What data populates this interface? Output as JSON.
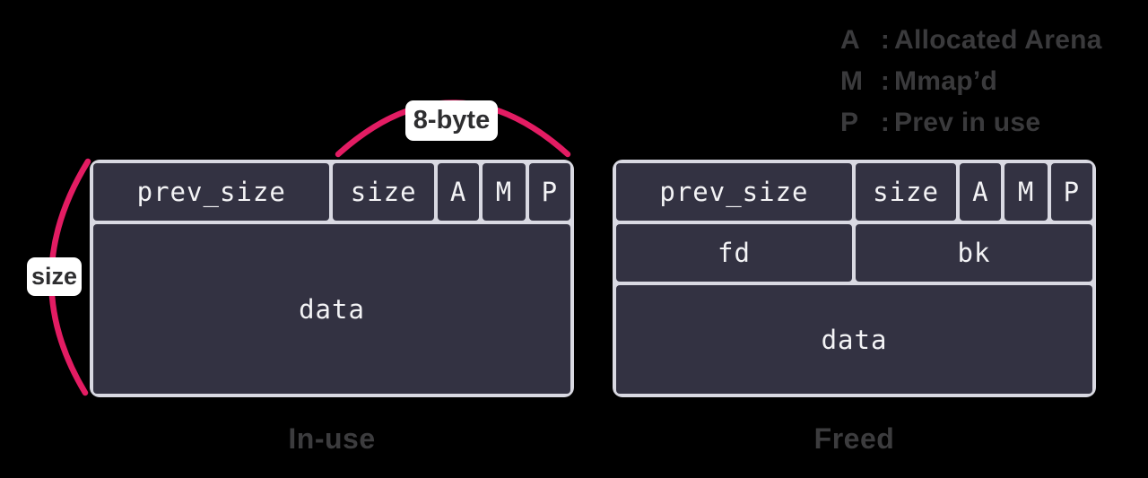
{
  "legend": {
    "colon": ":",
    "items": [
      {
        "key": "A",
        "label": "Allocated Arena"
      },
      {
        "key": "M",
        "label": "Mmap’d"
      },
      {
        "key": "P",
        "label": "Prev in use"
      }
    ]
  },
  "annotations": {
    "top_brace_label": "8-byte",
    "left_brace_label": "size"
  },
  "inuse_chunk": {
    "caption": "In-use",
    "header": [
      "prev_size",
      "size",
      "A",
      "M",
      "P"
    ],
    "data_label": "data"
  },
  "freed_chunk": {
    "caption": "Freed",
    "header": [
      "prev_size",
      "size",
      "A",
      "M",
      "P"
    ],
    "fd_label": "fd",
    "bk_label": "bk",
    "data_label": "data"
  },
  "colors": {
    "accent_pink": "#e31c63",
    "cell_fill": "#333242",
    "cell_border": "#d9d9e2",
    "cell_text": "#f3f3f5",
    "muted_text": "#3a3a3c",
    "label_bg": "#ffffff",
    "label_text": "#2e2e30"
  }
}
